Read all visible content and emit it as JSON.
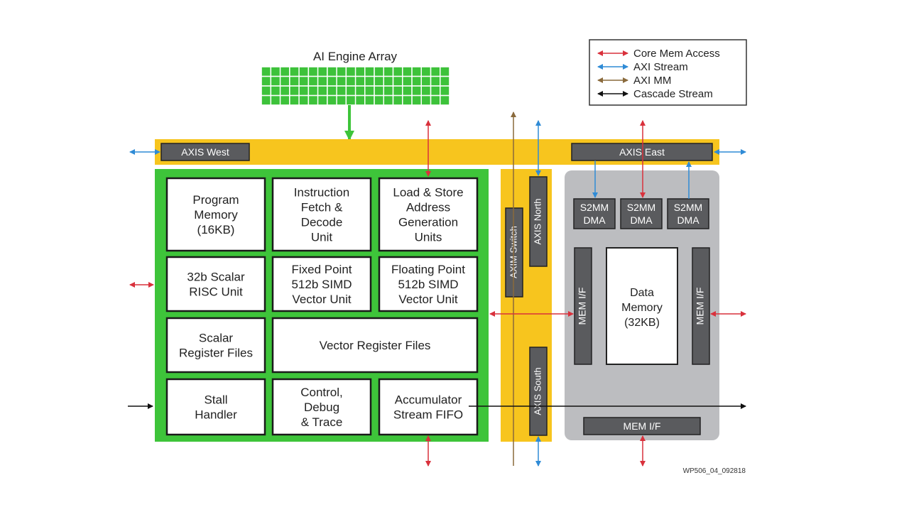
{
  "title": "AI Engine Array",
  "legend": [
    {
      "label": "Core Mem Access",
      "color": "#d9313c"
    },
    {
      "label": "AXI Stream",
      "color": "#2f8bd6"
    },
    {
      "label": "AXI MM",
      "color": "#8a6a3c"
    },
    {
      "label": "Cascade Stream",
      "color": "#111111"
    }
  ],
  "axis_west": "AXIS West",
  "axis_east": "AXIS East",
  "axis_north": "AXIS North",
  "axis_south": "AXIS South",
  "axim_switch": "AXIM Switch",
  "core": {
    "program_memory": [
      "Program",
      "Memory",
      "(16KB)"
    ],
    "instruction_fetch": [
      "Instruction",
      "Fetch &",
      "Decode",
      "Unit"
    ],
    "load_store": [
      "Load & Store",
      "Address",
      "Generation",
      "Units"
    ],
    "scalar_risc": [
      "32b Scalar",
      "RISC Unit"
    ],
    "fixed_point": [
      "Fixed Point",
      "512b SIMD",
      "Vector Unit"
    ],
    "floating_point": [
      "Floating Point",
      "512b SIMD",
      "Vector Unit"
    ],
    "scalar_register": [
      "Scalar",
      "Register Files"
    ],
    "vector_register": [
      "Vector Register Files"
    ],
    "stall_handler": [
      "Stall",
      "Handler"
    ],
    "control_debug": [
      "Control,",
      "Debug",
      "& Trace"
    ],
    "accumulator": [
      "Accumulator",
      "Stream FIFO"
    ]
  },
  "memory": {
    "s2mm": [
      "S2MM",
      "DMA"
    ],
    "mem_if": "MEM I/F",
    "data_memory": [
      "Data",
      "Memory",
      "(32KB)"
    ]
  },
  "figure_id": "WP506_04_092818",
  "colors": {
    "green": "#3ec43a",
    "yellow": "#f7c51e",
    "grey_panel": "#bcbdc0",
    "dark_block": "#5a5b5e",
    "grid_cell": "#3dc23a"
  }
}
